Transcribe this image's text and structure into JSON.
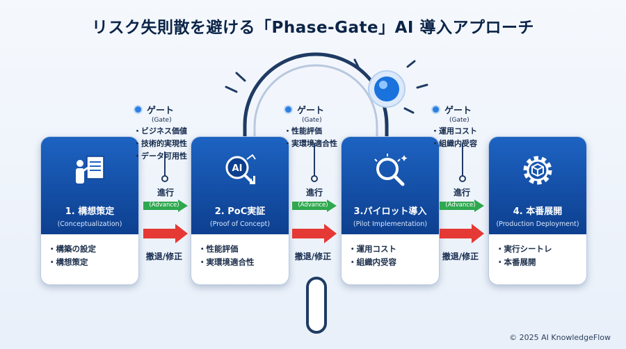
{
  "title": "リスク失則散を避ける「Phase-Gate」AI 導入アプローチ",
  "stages": [
    {
      "name": "1. 構想策定",
      "sub": "(Conceptualization)",
      "items": [
        "構築の設定",
        "構想策定"
      ],
      "icon": "document-presenter-icon"
    },
    {
      "name": "2. PoC実証",
      "sub": "(Proof of Concept)",
      "items": [
        "性能評価",
        "実環境適合性"
      ],
      "icon": "ai-magnifier-icon"
    },
    {
      "name": "3.パイロット導入",
      "sub": "(Pilot Implementation)",
      "items": [
        "運用コスト",
        "組織内受容"
      ],
      "icon": "magnifier-icon"
    },
    {
      "name": "4. 本番展開",
      "sub": "(Production Deployment)",
      "items": [
        "実行シートレ",
        "本番展開"
      ],
      "icon": "gear-cube-icon"
    }
  ],
  "gates": [
    {
      "title": "ゲート",
      "sub": "(Gate)",
      "items": [
        "ビジネス価値",
        "技術的実現性",
        "データ可用性"
      ]
    },
    {
      "title": "ゲート",
      "sub": "(Gate)",
      "items": [
        "性能評価",
        "実環境適合性"
      ]
    },
    {
      "title": "ゲート",
      "sub": "(Gate)",
      "items": [
        "運用コスト",
        "組織内受容"
      ]
    }
  ],
  "transitions": {
    "advance_label": "進行",
    "advance_sub": "(Advance)",
    "retreat_label": "撤退/修正"
  },
  "copyright": "© 2025 AI KnowledgeFlow",
  "colors": {
    "stage_blue": "#1d63c2",
    "advance_green": "#2fa84f",
    "retreat_red": "#e53935"
  }
}
